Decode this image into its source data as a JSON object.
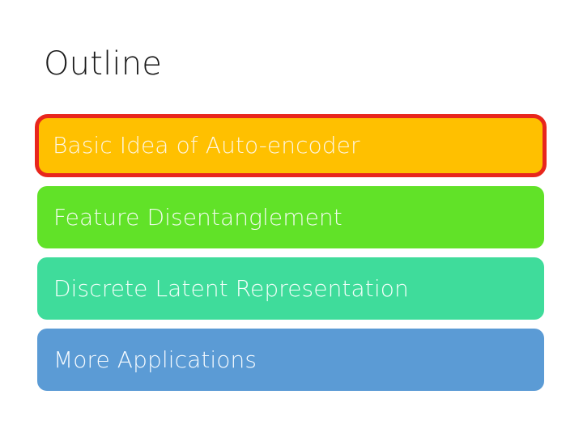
{
  "slide": {
    "title": "Outline",
    "background_color": "#ffffff",
    "title_color": "#1a1a1a"
  },
  "outline": {
    "items": [
      {
        "label": "Basic Idea of Auto-encoder",
        "fill_color": "#ffc000",
        "text_color": "#fdf6e3",
        "border_color": "#e8261c",
        "highlighted": "true"
      },
      {
        "label": "Feature Disentanglement",
        "fill_color": "#61e228",
        "text_color": "#f2fbee",
        "border_color": "none",
        "highlighted": "false"
      },
      {
        "label": "Discrete Latent Representation",
        "fill_color": "#3fdc9b",
        "text_color": "#f4fffa",
        "border_color": "none",
        "highlighted": "false"
      },
      {
        "label": "More Applications",
        "fill_color": "#5b9bd5",
        "text_color": "#f6fbff",
        "border_color": "none",
        "highlighted": "false"
      }
    ]
  }
}
